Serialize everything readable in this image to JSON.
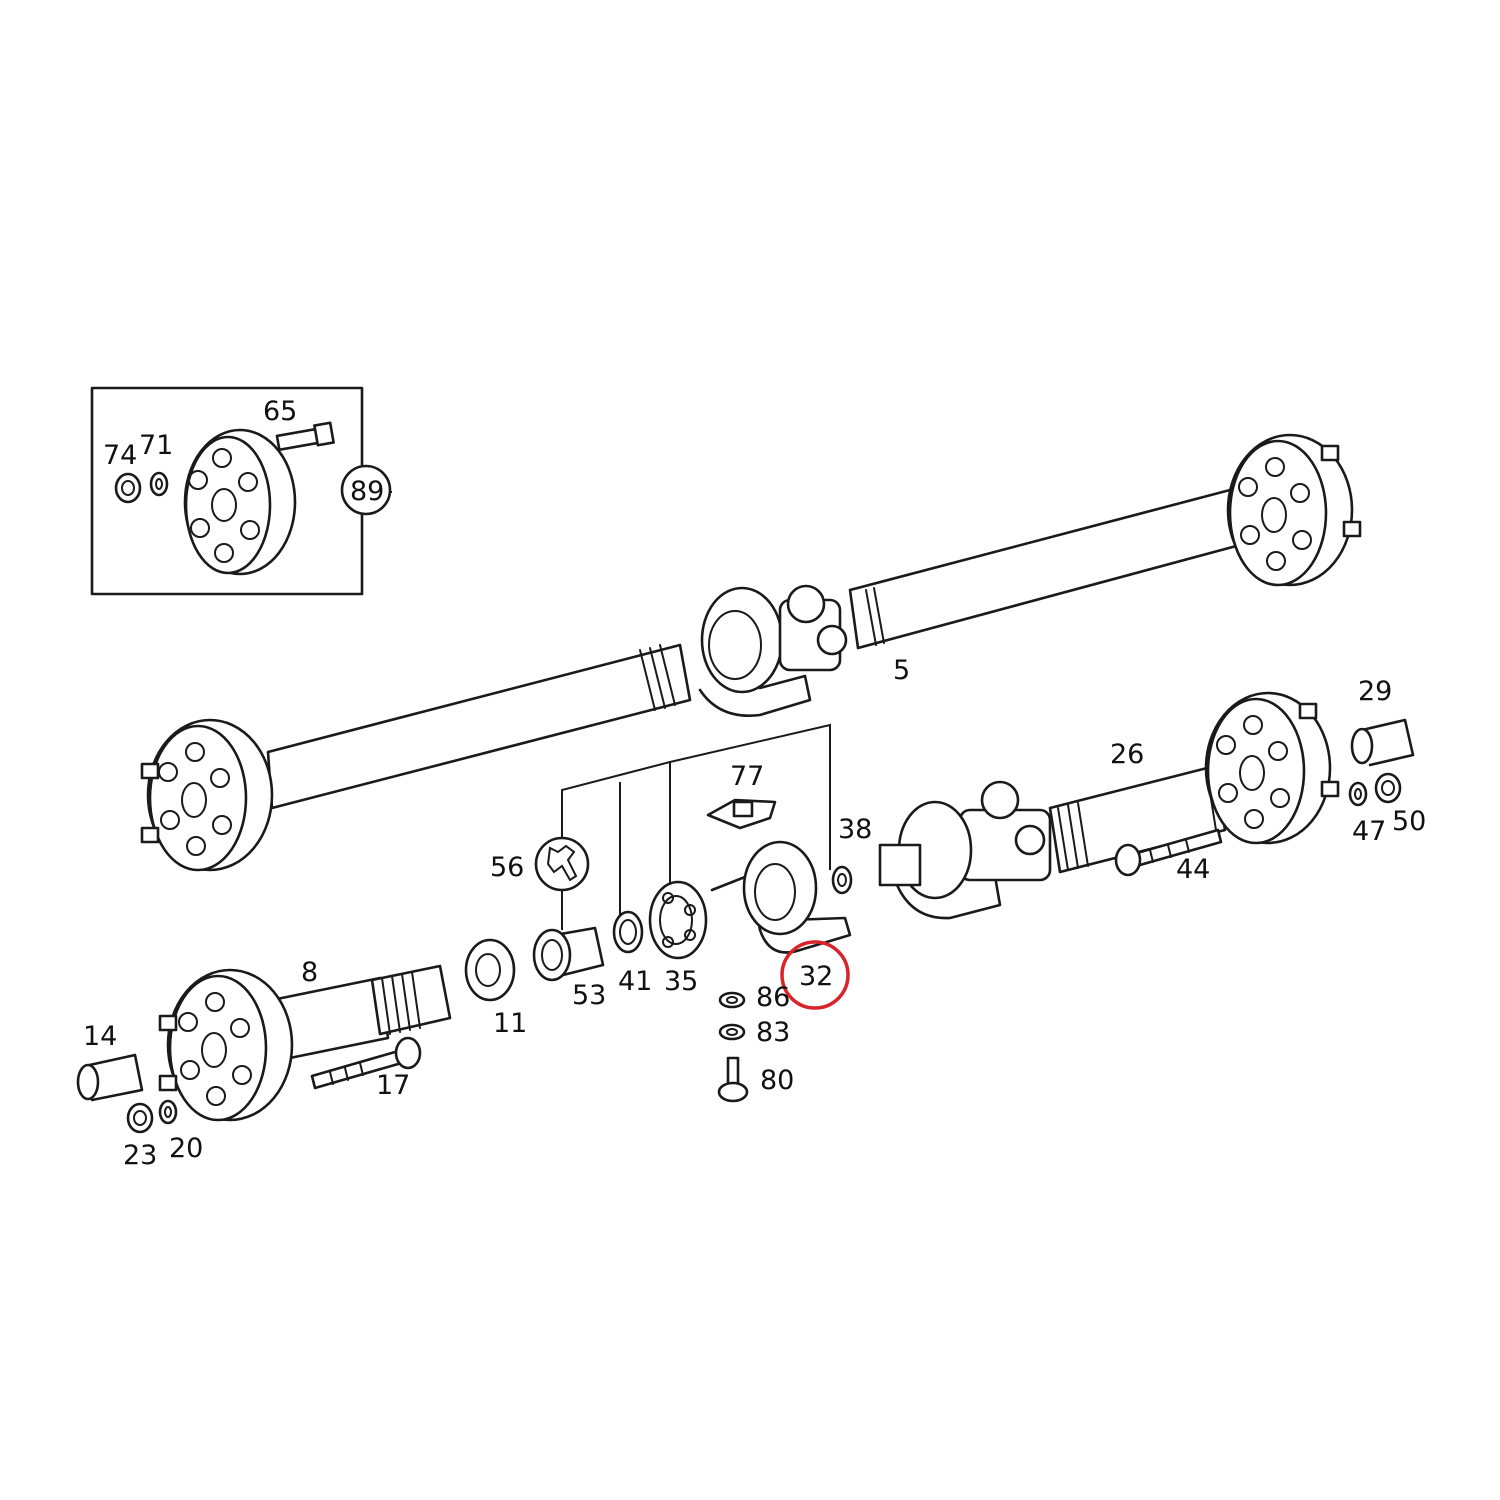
{
  "labels": {
    "p5": "5",
    "p8": "8",
    "p11": "11",
    "p14": "14",
    "p17": "17",
    "p20": "20",
    "p23": "23",
    "p26": "26",
    "p29": "29",
    "p32": "32",
    "p35": "35",
    "p38": "38",
    "p41": "41",
    "p44": "44",
    "p47": "47",
    "p50": "50",
    "p53": "53",
    "p56": "56",
    "p65": "65",
    "p71": "71",
    "p74": "74",
    "p77": "77",
    "p80": "80",
    "p83": "83",
    "p86": "86",
    "p89": "89"
  },
  "icons": {
    "tool": "wrench-icon"
  },
  "colors": {
    "line": "#1a1a1a",
    "highlight": "#d9232a",
    "background": "#ffffff"
  }
}
